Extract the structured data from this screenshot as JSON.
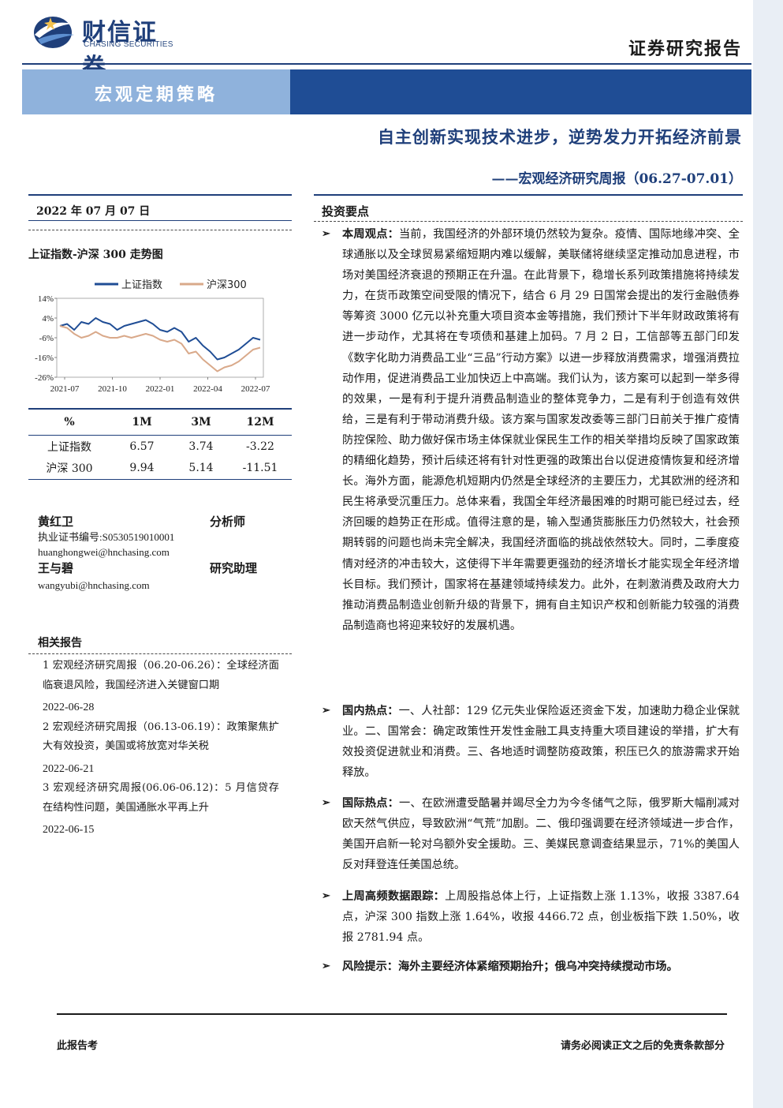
{
  "brand": {
    "name_cn": "财信证券",
    "name_en": "CHASING SECURITIES",
    "report_type": "证券研究报告",
    "colors": {
      "navy": "#1f3f7a",
      "banner_dark": "#1f4d95",
      "banner_light": "#8fb2dc",
      "series1": "#1f4d95",
      "series2": "#d9a98a"
    }
  },
  "banner": {
    "category": "宏观定期策略"
  },
  "title": {
    "main": "自主创新实现技术进步，逆势发力开拓经济前景",
    "sub": "——宏观经济研究周报（06.27-07.01）"
  },
  "date": "2022 年 07 月 07 日",
  "chart": {
    "title": "上证指数-沪深 300 走势图"
  },
  "chart_data": {
    "type": "line",
    "title": "上证指数-沪深 300 走势图",
    "xlabel": "",
    "ylabel": "",
    "x_ticks": [
      "2021-07",
      "2021-10",
      "2022-01",
      "2022-04",
      "2022-07"
    ],
    "y_ticks": [
      "14%",
      "4%",
      "-6%",
      "-16%",
      "-26%"
    ],
    "ylim": [
      -26,
      14
    ],
    "legend_position": "top",
    "series": [
      {
        "name": "上证指数",
        "color": "#1f4d95",
        "x": [
          "2021-07",
          "2021-07",
          "2021-08",
          "2021-08",
          "2021-08",
          "2021-09",
          "2021-09",
          "2021-09",
          "2021-10",
          "2021-10",
          "2021-11",
          "2021-11",
          "2021-12",
          "2021-12",
          "2022-01",
          "2022-01",
          "2022-02",
          "2022-02",
          "2022-03",
          "2022-03",
          "2022-03",
          "2022-04",
          "2022-04",
          "2022-04",
          "2022-05",
          "2022-05",
          "2022-06",
          "2022-06",
          "2022-07"
        ],
        "values": [
          0,
          1,
          -2,
          2,
          1,
          4,
          2,
          1,
          -2,
          0,
          1,
          2,
          3,
          1,
          -2,
          -3,
          -1,
          -3,
          -8,
          -6,
          -10,
          -13,
          -17,
          -16,
          -14,
          -12,
          -9,
          -6,
          -7
        ]
      },
      {
        "name": "沪深300",
        "color": "#d9a98a",
        "x": [
          "2021-07",
          "2021-07",
          "2021-08",
          "2021-08",
          "2021-08",
          "2021-09",
          "2021-09",
          "2021-09",
          "2021-10",
          "2021-10",
          "2021-11",
          "2021-11",
          "2021-12",
          "2021-12",
          "2022-01",
          "2022-01",
          "2022-02",
          "2022-02",
          "2022-03",
          "2022-03",
          "2022-03",
          "2022-04",
          "2022-04",
          "2022-04",
          "2022-05",
          "2022-05",
          "2022-06",
          "2022-06",
          "2022-07"
        ],
        "values": [
          0,
          -1,
          -4,
          -6,
          -5,
          -3,
          -5,
          -6,
          -6,
          -5,
          -6,
          -5,
          -4,
          -5,
          -7,
          -8,
          -7,
          -9,
          -14,
          -13,
          -17,
          -20,
          -23,
          -21,
          -20,
          -18,
          -15,
          -12,
          -11
        ]
      }
    ]
  },
  "performance": {
    "headers": [
      "%",
      "1M",
      "3M",
      "12M"
    ],
    "rows": [
      [
        "上证指数",
        "6.57",
        "3.74",
        "-3.22"
      ],
      [
        "沪深 300",
        "9.94",
        "5.14",
        "-11.51"
      ]
    ]
  },
  "analysts": [
    {
      "name": "黄红卫",
      "role": "分析师",
      "license": "执业证书编号:S0530519010001",
      "email": "huanghongwei@hnchasing.com"
    },
    {
      "name": "王与碧",
      "role": "研究助理",
      "email": "wangyubi@hnchasing.com"
    }
  ],
  "related": {
    "title": "相关报告",
    "items": [
      {
        "text": "1 宏观经济研究周报（06.20-06.26）：全球经济面临衰退风险，我国经济进入关键窗口期",
        "date": "2022-06-28"
      },
      {
        "text": "2 宏观经济研究周报（06.13-06.19）：政策聚焦扩大有效投资，美国或将放宽对华关税",
        "date": "2022-06-21"
      },
      {
        "text": "3 宏观经济研究周报(06.06-06.12)：5 月信贷存在结构性问题，美国通胀水平再上升",
        "date": "2022-06-15"
      }
    ]
  },
  "key_points": {
    "title": "投资要点",
    "bullet_symbol": "➢",
    "items": [
      {
        "label": "本周观点：",
        "text": "当前，我国经济的外部环境仍然较为复杂。疫情、国际地缘冲突、全球通胀以及全球贸易紧缩短期内难以缓解，美联储将继续坚定推动加息进程，市场对美国经济衰退的预期正在升温。在此背景下，稳增长系列政策措施将持续发力，在货币政策空间受限的情况下，结合 6 月 29 日国常会提出的发行金融债券等筹资 3000 亿元以补充重大项目资本金等措施，我们预计下半年财政政策将有进一步动作，尤其将在专项债和基建上加码。7 月 2 日，工信部等五部门印发《数字化助力消费品工业“三品”行动方案》以进一步释放消费需求，增强消费拉动作用，促进消费品工业加快迈上中高端。我们认为，该方案可以起到一举多得的效果，一是有利于提升消费品制造业的整体竞争力，二是有利于创造有效供给，三是有利于带动消费升级。该方案与国家发改委等三部门日前关于推广疫情防控保险、助力做好保市场主体保就业保民生工作的相关举措均反映了国家政策的精细化趋势，预计后续还将有针对性更强的政策出台以促进疫情恢复和经济增长。海外方面，能源危机短期内仍然是全球经济的主要压力，尤其欧洲的经济和民生将承受沉重压力。总体来看，我国全年经济最困难的时期可能已经过去，经济回暖的趋势正在形成。值得注意的是，输入型通货膨胀压力仍然较大，社会预期转弱的问题也尚未完全解决，我国经济面临的挑战依然较大。同时，二季度疫情对经济的冲击较大，这使得下半年需要更强劲的经济增长才能实现全年经济增长目标。我们预计，国家将在基建领域持续发力。此外，在刺激消费及政府大力推动消费品制造业创新升级的背景下，拥有自主知识产权和创新能力较强的消费品制造商也将迎来较好的发展机遇。"
      },
      {
        "label": "国内热点：",
        "text": "一、人社部：129 亿元失业保险返还资金下发，加速助力稳企业保就业。二、国常会：确定政策性开发性金融工具支持重大项目建设的举措，扩大有效投资促进就业和消费。三、各地适时调整防疫政策，积压已久的旅游需求开始释放。"
      },
      {
        "label": "国际热点：",
        "text": "一、在欧洲遭受酷暑并竭尽全力为今冬储气之际，俄罗斯大幅削减对欧天然气供应，导致欧洲“气荒”加剧。二、俄印强调要在经济领域进一步合作，美国开启新一轮对乌额外安全援助。三、美媒民意调查结果显示，71%的美国人反对拜登连任美国总统。"
      },
      {
        "label": "上周高频数据跟踪：",
        "text": "上周股指总体上行，上证指数上涨 1.13%，收报 3387.64 点，沪深 300 指数上涨 1.64%，收报 4466.72 点，创业板指下跌 1.50%，收报 2781.94 点。"
      },
      {
        "label": "风险提示：",
        "text": "海外主要经济体紧缩预期抬升；俄乌冲突持续搅动市场。"
      }
    ]
  },
  "footer": {
    "left": "此报告考",
    "right": "请务必阅读正文之后的免责条款部分"
  }
}
